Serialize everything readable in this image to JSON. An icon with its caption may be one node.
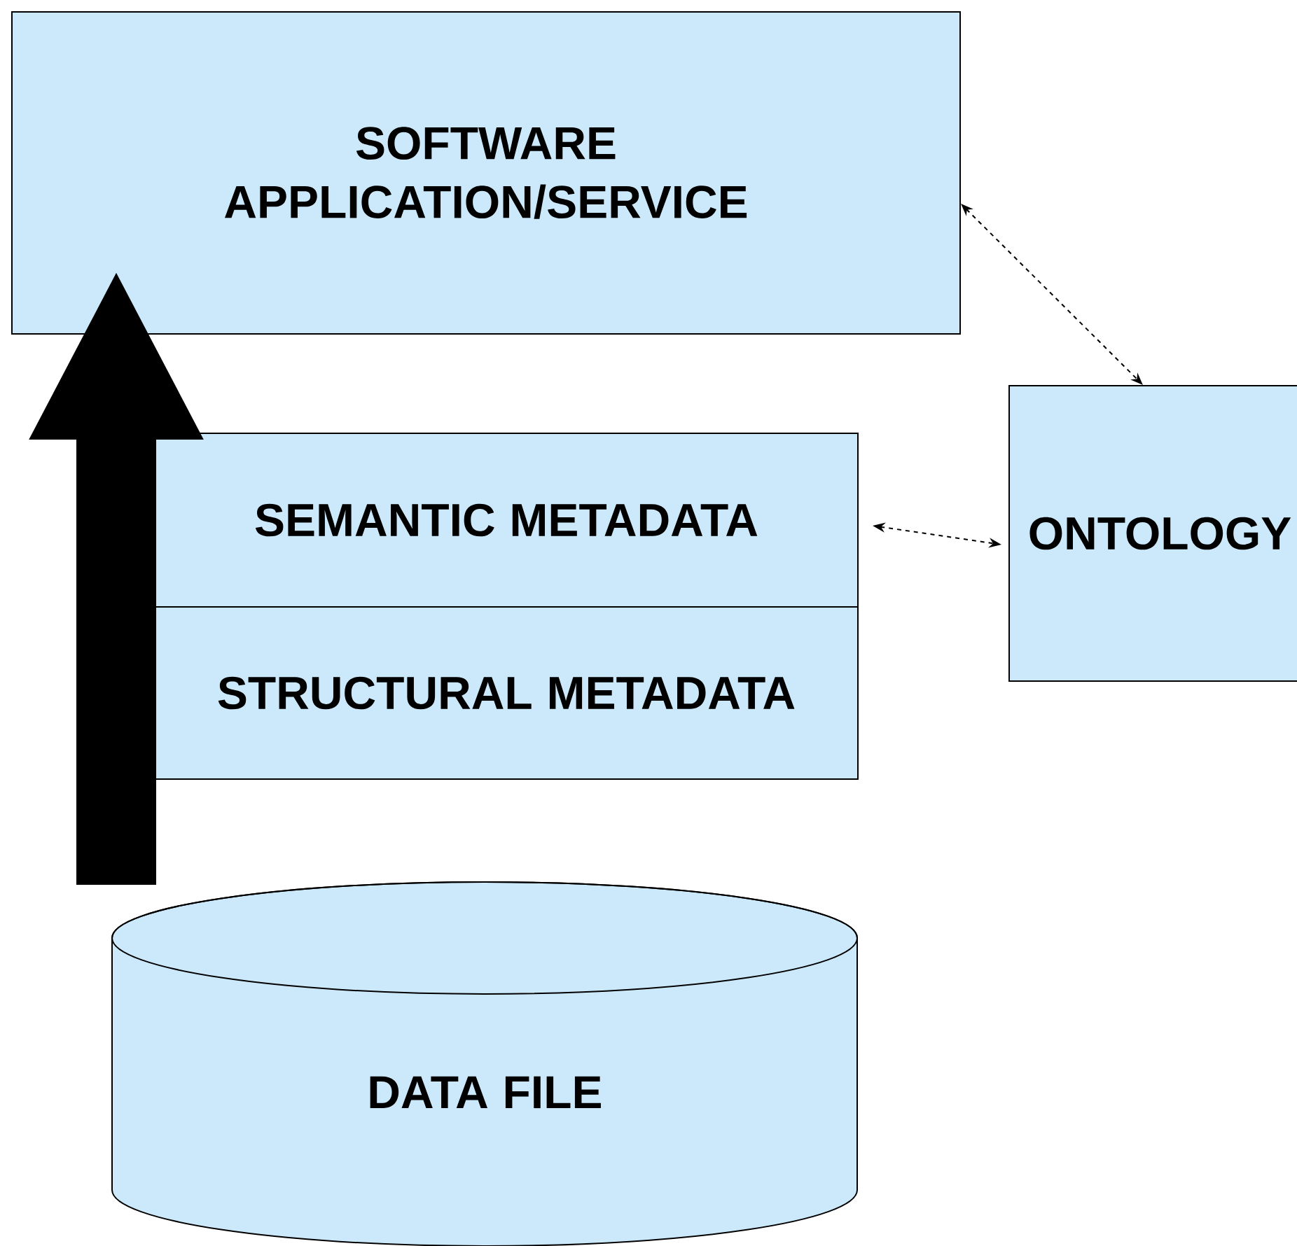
{
  "diagram": {
    "nodes": [
      {
        "text": [
          "SOFTWARE APPLICATION/SERVICE"
        ]
      },
      {
        "text": [
          "SEMANTIC METADATA"
        ]
      },
      {
        "text": [
          "STRUCTURAL METADATA"
        ]
      },
      {
        "text": [
          "ONTOLOGY"
        ]
      },
      {
        "text": [
          "DATA FILE"
        ]
      }
    ],
    "edges": [
      {
        "from": 4,
        "to": 0,
        "arrow": "to",
        "style": "thick"
      },
      {
        "from": 0,
        "to": 3,
        "arrow": "both",
        "style": "dashed"
      },
      {
        "from": 1,
        "to": 3,
        "arrow": "both",
        "style": "dashed"
      }
    ]
  }
}
